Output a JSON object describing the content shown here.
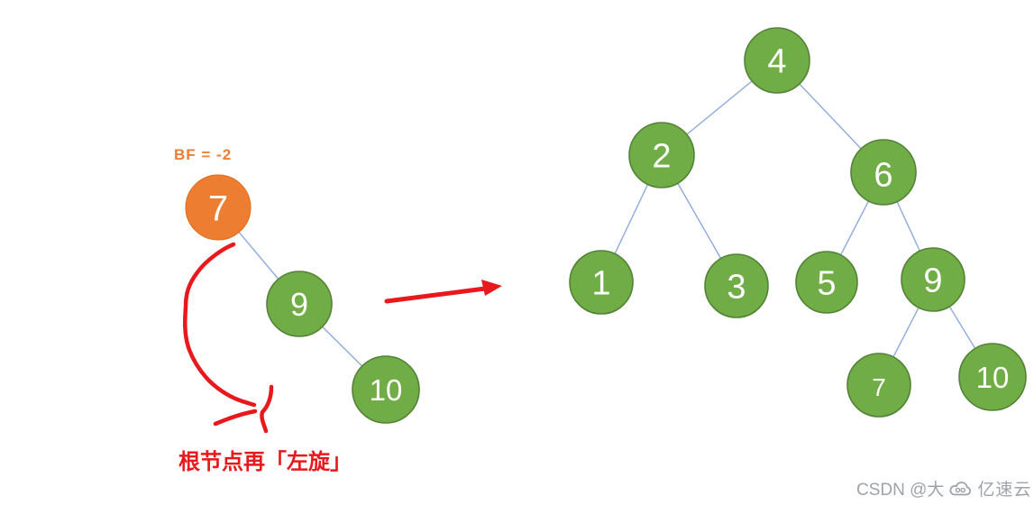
{
  "colors": {
    "node_green": "#70AD47",
    "node_green_border": "#548235",
    "node_orange": "#ED7D31",
    "node_orange_border": "#DC6E1E",
    "edge_blue": "#8FAADC",
    "annotation_red": "#E8191C",
    "label_orange": "#ED7D31",
    "watermark_gray": "#9EA3AA",
    "node_text": "#FDFEFC"
  },
  "left_tree": {
    "bf_label": "BF = -2",
    "caption": "根节点再「左旋」",
    "nodes": [
      {
        "value": "7",
        "role": "unbalanced-root-highlighted-orange"
      },
      {
        "value": "9"
      },
      {
        "value": "10"
      }
    ]
  },
  "right_tree": {
    "nodes": [
      {
        "value": "4",
        "role": "root"
      },
      {
        "value": "2"
      },
      {
        "value": "6"
      },
      {
        "value": "1"
      },
      {
        "value": "3"
      },
      {
        "value": "5"
      },
      {
        "value": "9"
      },
      {
        "value": "7"
      },
      {
        "value": "10"
      }
    ]
  },
  "annotations": {
    "rotation_arrow": "curved-freehand-red-arrow-around-node-7",
    "transform_arrow": "straight-red-arrow-left-tree-to-right-tree"
  },
  "watermark": {
    "author_text": "CSDN @大",
    "brand_text": "亿速云",
    "brand_icon": "cloud-icon"
  }
}
